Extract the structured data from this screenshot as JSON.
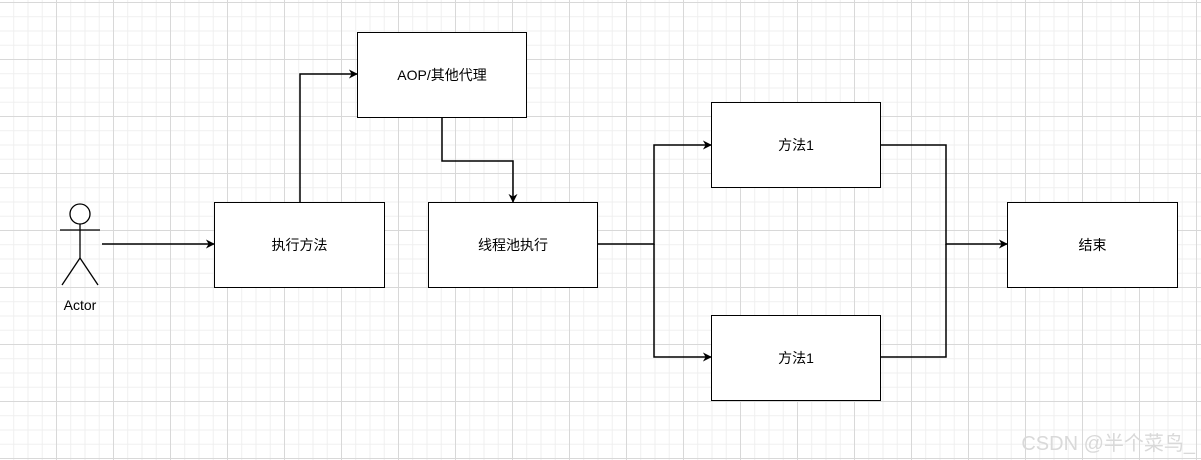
{
  "diagram": {
    "actor": {
      "label": "Actor"
    },
    "nodes": {
      "exec_method": "执行方法",
      "aop_proxy": "AOP/其他代理",
      "thread_pool": "线程池执行",
      "method_a": "方法1",
      "method_b": "方法1",
      "end": "结束"
    },
    "edges": [
      {
        "from": "actor",
        "to": "exec_method"
      },
      {
        "from": "exec_method",
        "to": "aop_proxy"
      },
      {
        "from": "aop_proxy",
        "to": "thread_pool"
      },
      {
        "from": "thread_pool",
        "to": "method_a"
      },
      {
        "from": "thread_pool",
        "to": "method_b"
      },
      {
        "from": "method_a",
        "to": "end"
      },
      {
        "from": "method_b",
        "to": "end"
      }
    ]
  },
  "watermark": "CSDN @半个菜鸟_"
}
